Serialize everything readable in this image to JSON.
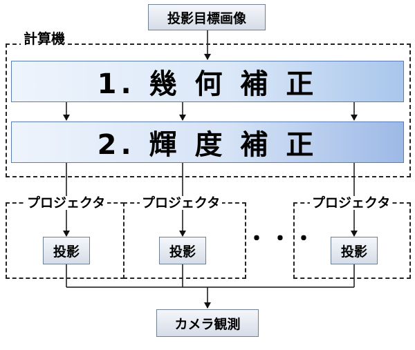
{
  "input_label": "投影目標画像",
  "computer_label": "計算機",
  "stage1_label": "1. 幾 何 補 正",
  "stage2_label": "2. 輝 度 補 正",
  "projectors": [
    {
      "label": "プロジェクタ",
      "action": "投影"
    },
    {
      "label": "プロジェクタ",
      "action": "投影"
    },
    {
      "label": "プロジェクタ",
      "action": "投影"
    }
  ],
  "ellipsis": "・・・",
  "output_label": "カメラ観測"
}
